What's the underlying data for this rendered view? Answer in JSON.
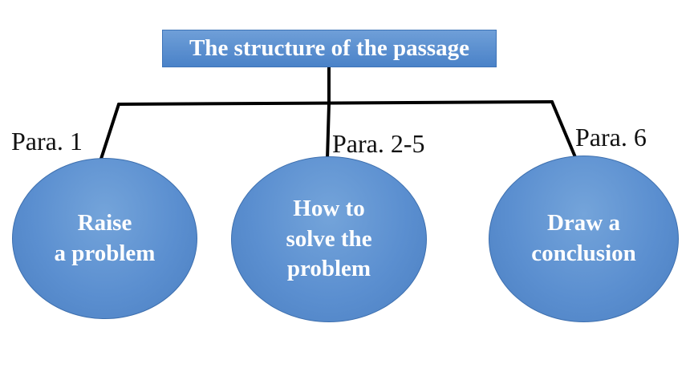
{
  "title": "The structure of the passage",
  "branches": [
    {
      "label": "Para. 1",
      "node_lines": [
        "Raise",
        "a problem"
      ]
    },
    {
      "label": "Para. 2-5",
      "node_lines": [
        "How to",
        "solve the",
        "problem"
      ]
    },
    {
      "label": "Para. 6",
      "node_lines": [
        "Draw a",
        "conclusion"
      ]
    }
  ],
  "colors": {
    "box_fill": "#5b8fd0",
    "line": "#000000",
    "node_text": "#ffffff"
  }
}
